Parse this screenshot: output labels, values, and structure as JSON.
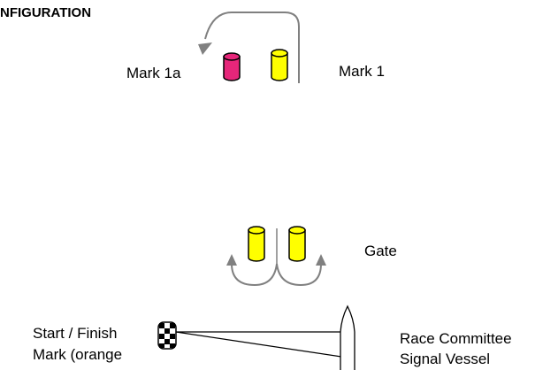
{
  "heading": "NFIGURATION",
  "labels": {
    "mark_1a": "Mark 1a",
    "mark_1": "Mark 1",
    "gate": "Gate",
    "start_finish_line1": "Start / Finish",
    "start_finish_line2": "Mark (orange",
    "rc_line1": "Race Committee",
    "rc_line2": "Signal Vessel"
  },
  "colors": {
    "mark_1a_fill": "#e6267a",
    "yellow_mark_fill": "#ffff00",
    "arrow_gray": "#808080",
    "outline": "#000000"
  },
  "icons": [
    "mark-buoy-icon",
    "checkered-flag-mark-icon",
    "vessel-icon",
    "rounding-arrow-icon"
  ]
}
